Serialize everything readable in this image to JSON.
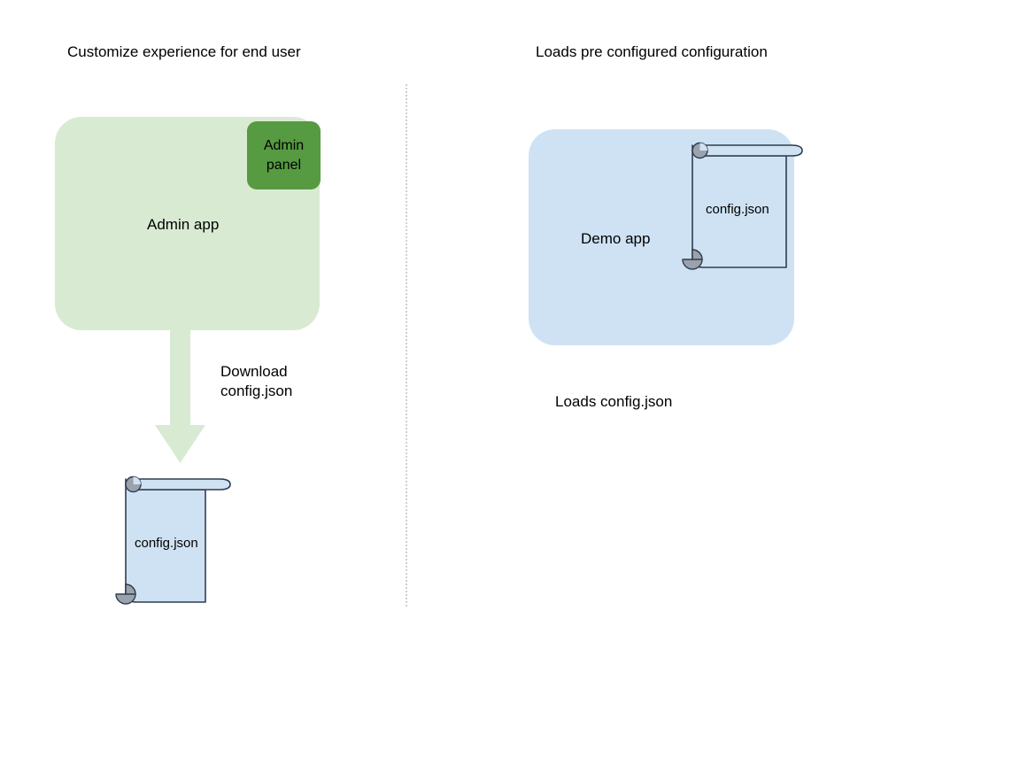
{
  "diagram": {
    "background_color": "#ffffff",
    "sections": [
      {
        "id": "left",
        "title": "Customize experience for end user"
      },
      {
        "id": "right",
        "title": "Loads pre configured configuration"
      }
    ],
    "divider": {
      "style": "dotted-vertical",
      "color": "#cfcfcf"
    },
    "admin_app": {
      "label": "Admin app",
      "fill_color": "#d9ead3",
      "panel": {
        "label": "Admin panel",
        "line1": "Admin",
        "line2": "panel",
        "fill_color": "#569a42"
      }
    },
    "demo_app": {
      "label": "Demo app",
      "fill_color": "#cfe2f3"
    },
    "arrow": {
      "label_line1": "Download",
      "label_line2": "config.json",
      "label": "Download config.json",
      "fill_color": "#d9ead3",
      "direction": "down"
    },
    "config_file_left": {
      "filename": "config.json",
      "fill_color": "#cfe2f3",
      "stroke_color": "#2f3d4f",
      "roll_color": "#9aa3ad"
    },
    "config_file_right": {
      "filename": "config.json",
      "fill_color": "#cfe2f3",
      "stroke_color": "#2f3d4f",
      "roll_color": "#9aa3ad"
    },
    "caption": "Loads config.json"
  }
}
